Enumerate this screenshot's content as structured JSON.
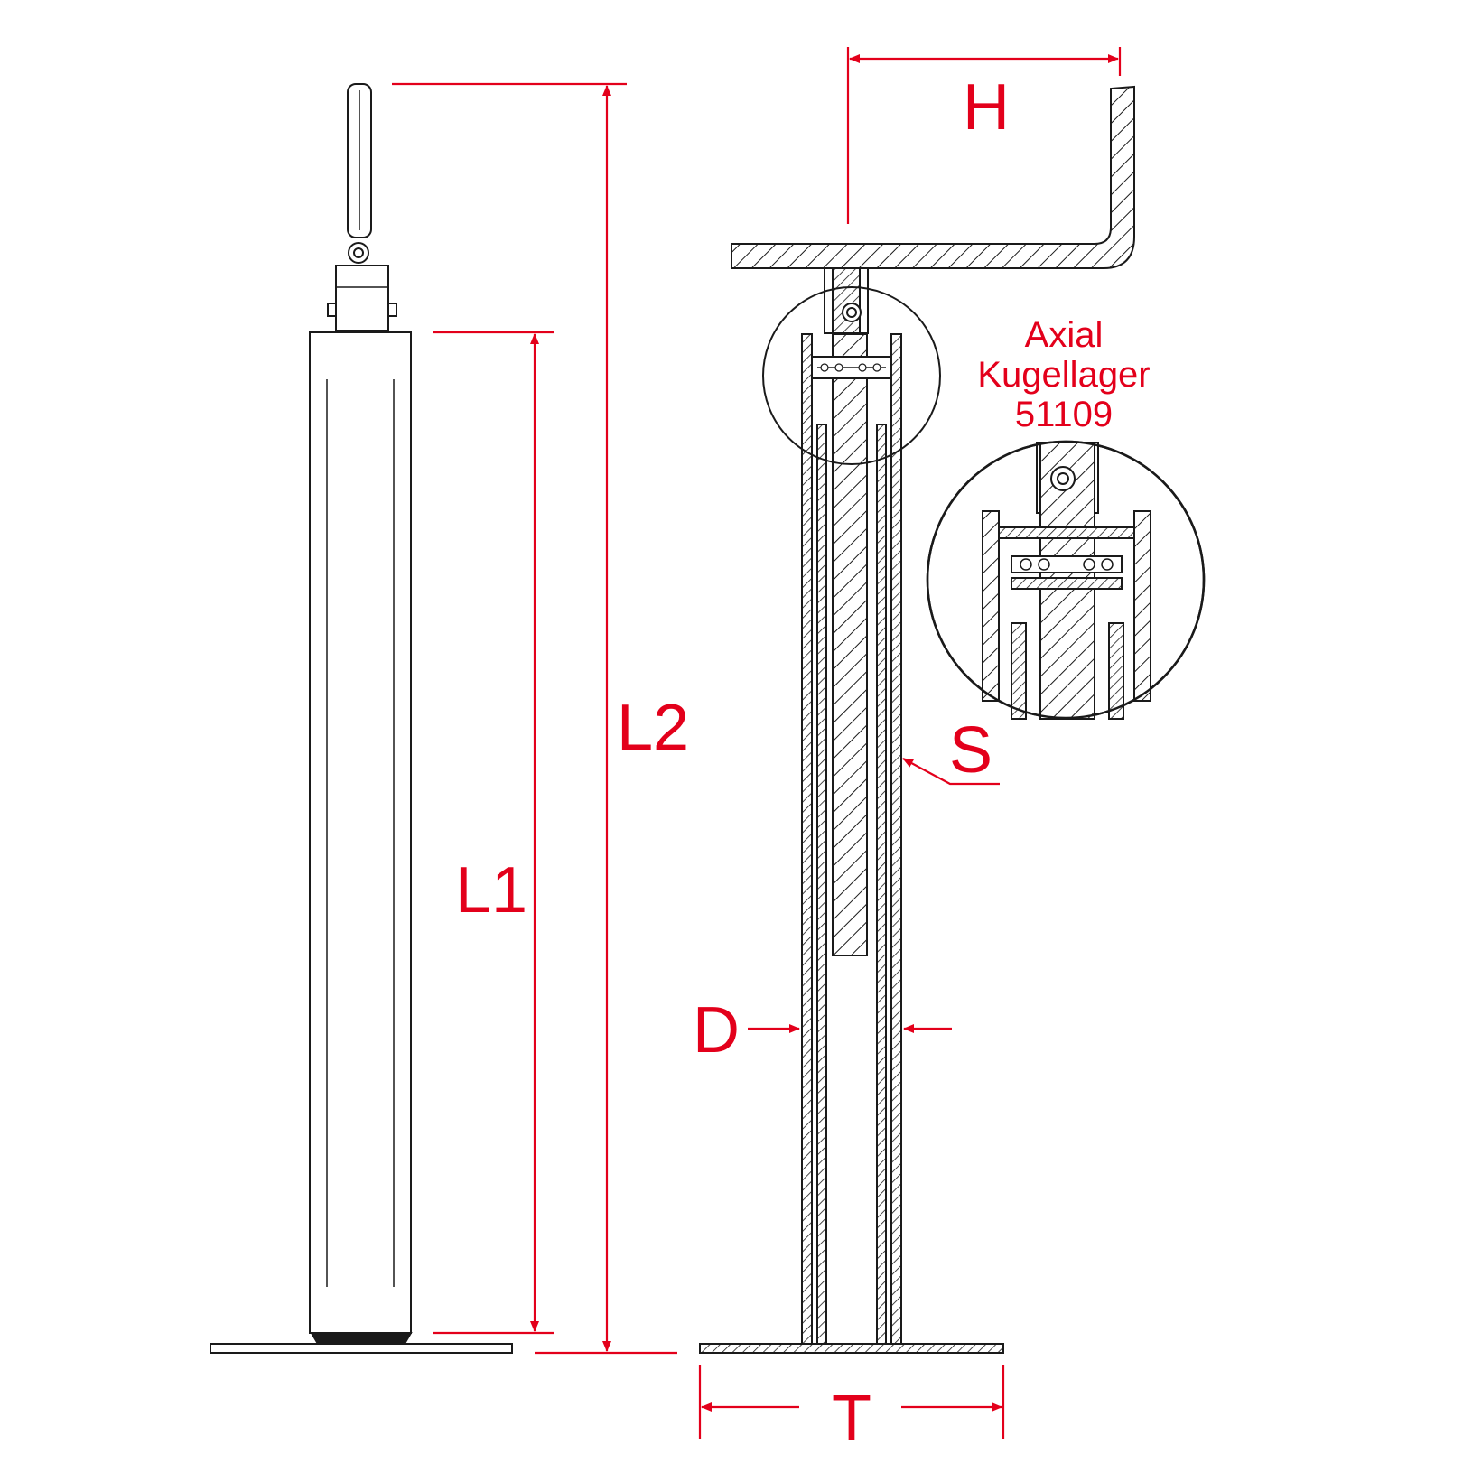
{
  "labels": {
    "h": "H",
    "l1": "L1",
    "l2": "L2",
    "s": "S",
    "d": "D",
    "t": "T",
    "bearing_line1": "Axial",
    "bearing_line2": "Kugellager",
    "bearing_line3": "51109"
  },
  "colors": {
    "dimension": "#e3001b",
    "outline": "#1a1a1a",
    "background": "#ffffff"
  }
}
